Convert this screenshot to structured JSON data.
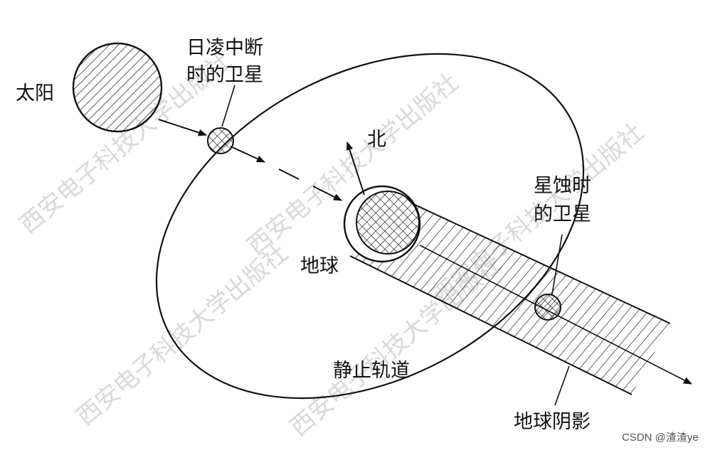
{
  "diagram": {
    "labels": {
      "sun": "太阳",
      "eclipse_interrupt_sat_line1": "日凌中断",
      "eclipse_interrupt_sat_line2": "时的卫星",
      "north": "北",
      "earth": "地球",
      "star_eclipse_sat_line1": "星蚀时",
      "star_eclipse_sat_line2": "的卫星",
      "geostationary_orbit": "静止轨道",
      "earth_shadow": "地球阴影"
    },
    "watermark": "西安电子科技大学出版社",
    "credit": "CSDN @渣渣ye"
  }
}
